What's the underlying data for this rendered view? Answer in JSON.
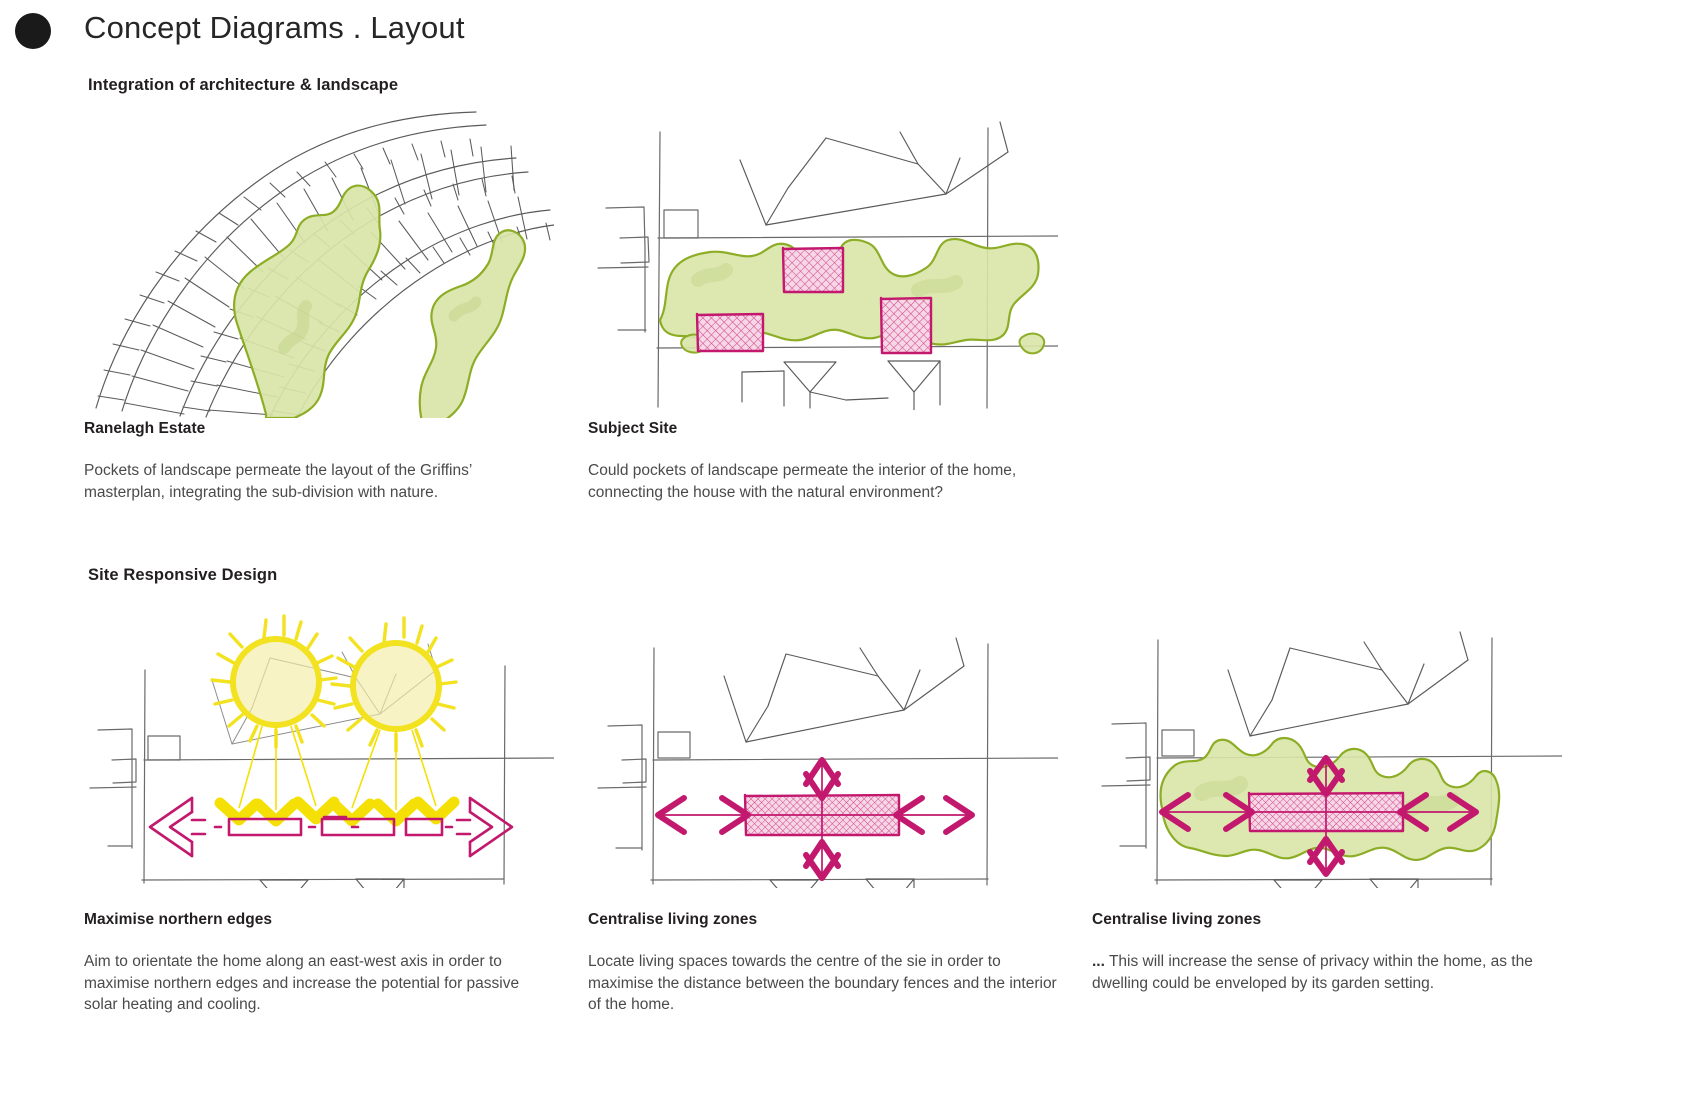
{
  "header": {
    "bullet_icon": "filled-circle-icon",
    "title": "Concept Diagrams  .  Layout"
  },
  "sections": [
    {
      "id": "integration",
      "heading": "Integration of architecture & landscape"
    },
    {
      "id": "site-responsive",
      "heading": "Site Responsive Design"
    }
  ],
  "figures": {
    "ranelagh_estate": {
      "alt": "Hand-drawn curved street grid masterplan with two green landscape pockets",
      "caption_title": "Ranelagh Estate",
      "caption_body": "Pockets of landscape permeate the layout of the Griffins’ masterplan, integrating the sub-division with nature."
    },
    "subject_site": {
      "alt": "Hand-drawn site plan with green landscape band and three magenta hatched building footprints",
      "caption_title": "Subject Site",
      "caption_body": "Could pockets of landscape permeate the interior of the home, connecting the house with the natural environment?"
    },
    "northern_edges": {
      "alt": "Site plan with two yellow suns, yellow solar arrows and magenta east-west axis arrow",
      "caption_title": "Maximise northern edges",
      "caption_body": "Aim to orientate the home along an east-west axis in order to maximise northern edges and increase the potential for passive solar heating and cooling."
    },
    "centralise_zones": {
      "alt": "Site plan with central magenta hatched dwelling and setback arrows in four directions",
      "caption_title": "Centralise living zones",
      "caption_body": "Locate living spaces towards the centre of the sie in order to maximise the distance between the boundary fences and the interior of the home."
    },
    "garden_setting": {
      "alt": "Site plan with central magenta hatched dwelling enveloped by a green garden band",
      "caption_title": "Centralise living zones",
      "caption_body_lead": "...",
      "caption_body": " This will increase the sense of privacy within the home, as the dwelling could be enveloped by its garden setting."
    }
  },
  "colors": {
    "background": "#ffffff",
    "ink": "#231f20",
    "body_text": "#4a4a4a",
    "pencil_line": "#555555",
    "landscape_green_fill": "#d4e29a",
    "landscape_green_stroke": "#8cad25",
    "building_magenta": "#c2186d",
    "building_magenta_fill": "#f3c5da",
    "sun_yellow": "#f2e21f",
    "sun_yellow_fill": "#f0eea0",
    "arrow_yellow": "#f5e005"
  }
}
